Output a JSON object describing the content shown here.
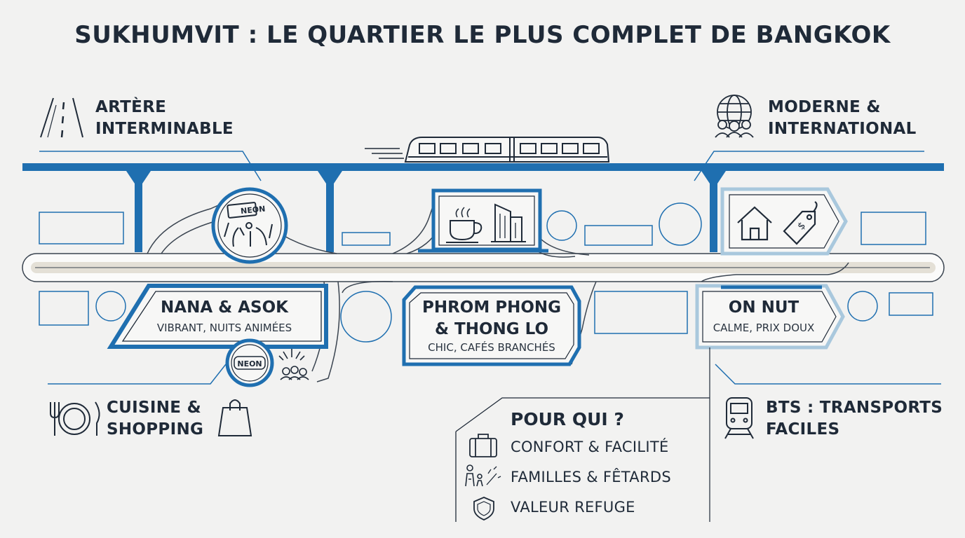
{
  "title": "SUKHUMVIT : LE QUARTIER LE PLUS COMPLET DE BANGKOK",
  "features": {
    "artere": {
      "line1": "ARTÈRE",
      "line2": "INTERMINABLE",
      "icon": "road-icon"
    },
    "moderne": {
      "line1": "MODERNE &",
      "line2": "INTERNATIONAL",
      "icon": "globe-people-icon"
    },
    "cuisine": {
      "line1": "CUISINE &",
      "line2": "SHOPPING",
      "icons": [
        "plate-cutlery-icon",
        "shopping-bag-icon"
      ]
    },
    "bts": {
      "line1": "BTS : TRANSPORTS",
      "line2": "FACILES",
      "icon": "train-front-icon"
    }
  },
  "neighborhoods": {
    "nana": {
      "name": "NANA & ASOK",
      "desc": "VIBRANT, NUITS ANIMÉES",
      "icons": [
        "neon-party-icon",
        "neon-sign-icon",
        "fireworks-crowd-icon"
      ]
    },
    "phrom": {
      "line1": "PHROM PHONG",
      "line2": "& THONG LO",
      "desc": "CHIC, CAFÉS BRANCHÉS",
      "icons": [
        "coffee-cup-icon",
        "building-icon"
      ]
    },
    "onnut": {
      "name": "ON NUT",
      "desc": "CALME, PRIX DOUX",
      "icons": [
        "house-icon",
        "price-tag-icon"
      ]
    }
  },
  "neon_text": "NEON",
  "pour_qui": {
    "heading": "POUR QUI ?",
    "items": [
      {
        "label": "CONFORT & FACILITÉ",
        "icon": "suitcase-icon"
      },
      {
        "label": "FAMILLES & FÊTARDS",
        "icon": "family-confetti-icon"
      },
      {
        "label": "VALEUR REFUGE",
        "icon": "shield-icon"
      }
    ]
  },
  "colors": {
    "accent": "#1f6fb0",
    "dark": "#1f2a38",
    "light_accent": "#a9c8dd",
    "road_fill": "#e4e0d6"
  }
}
